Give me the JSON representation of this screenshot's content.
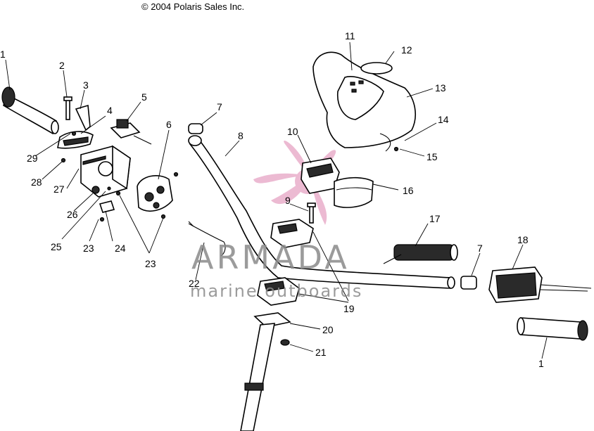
{
  "copyright": "© 2004 Polaris Sales Inc.",
  "watermark": {
    "brand": "ARMADA",
    "tagline": "marine outboards",
    "color": "#e6a3c4"
  },
  "callouts": [
    "1",
    "2",
    "3",
    "4",
    "5",
    "6",
    "7",
    "8",
    "9",
    "10",
    "11",
    "12",
    "13",
    "14",
    "15",
    "16",
    "17",
    "7",
    "18",
    "19",
    "20",
    "21",
    "22",
    "23",
    "23",
    "24",
    "25",
    "26",
    "27",
    "28",
    "29",
    "1"
  ]
}
